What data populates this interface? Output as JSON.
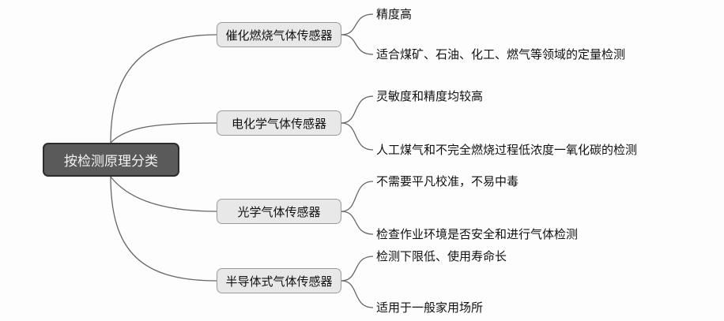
{
  "root": "按检测原理分类",
  "branches": [
    {
      "label": "催化燃烧气体传感器",
      "leaves": [
        "精度高",
        "适合煤矿、石油、化工、燃气等领域的定量检测"
      ]
    },
    {
      "label": "电化学气体传感器",
      "leaves": [
        "灵敏度和精度均较高",
        "人工煤气和不完全燃烧过程低浓度一氧化碳的检测"
      ]
    },
    {
      "label": "光学气体传感器",
      "leaves": [
        "不需要平凡校准，不易中毒",
        "检查作业环境是否安全和进行气体检测"
      ]
    },
    {
      "label": "半导体式气体传感器",
      "leaves": [
        "检测下限低、使用寿命长",
        "适用于一般家用场所"
      ]
    }
  ]
}
